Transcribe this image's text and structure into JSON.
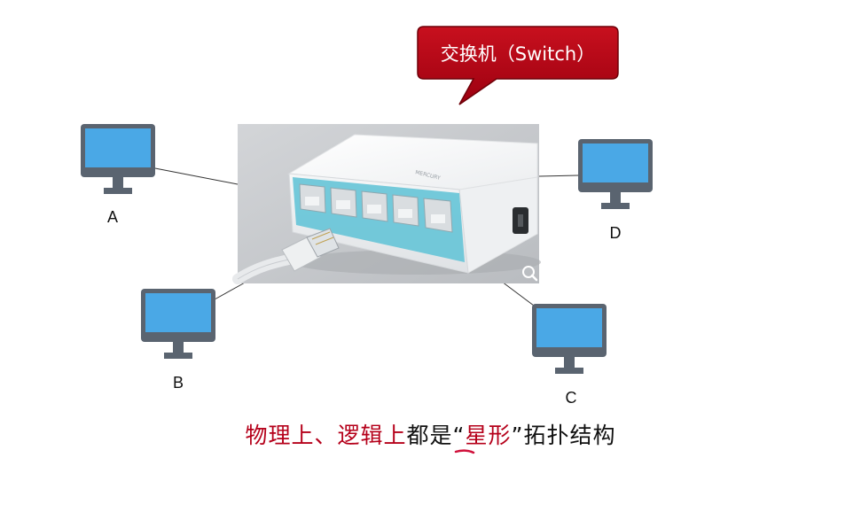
{
  "callout": {
    "text": "交换机（Switch）",
    "color": "#b30010"
  },
  "computers": [
    {
      "id": "A",
      "label": "A"
    },
    {
      "id": "B",
      "label": "B"
    },
    {
      "id": "C",
      "label": "C"
    },
    {
      "id": "D",
      "label": "D"
    }
  ],
  "caption": {
    "part1": "物理上、逻辑上",
    "part2": "都是",
    "part3": "“",
    "part4": "星形",
    "part5": "”",
    "part6": "拓扑结构"
  },
  "colors": {
    "accent_red": "#b5001a",
    "screen_blue": "#4aa8e6",
    "monitor_gray": "#5a6470",
    "port_teal": "#6cc6d8"
  },
  "icons": {
    "zoom": "magnifier-icon"
  }
}
